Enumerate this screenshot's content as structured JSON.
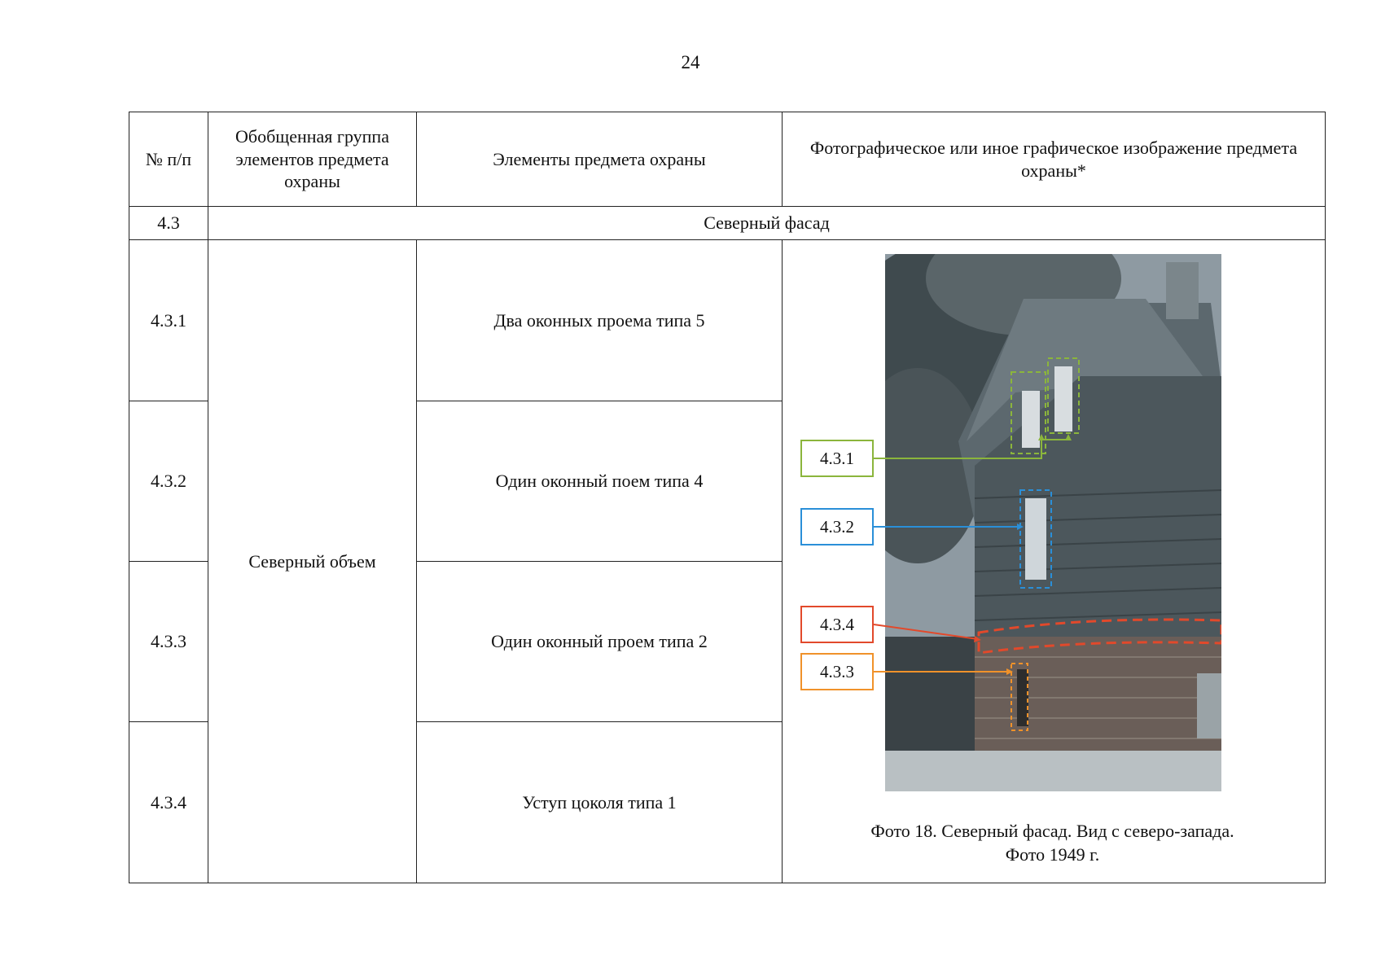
{
  "page_number": "24",
  "table": {
    "headers": {
      "num": "№ п/п",
      "group": "Обобщенная группа элементов предмета охраны",
      "elements": "Элементы предмета охраны",
      "image": "Фотографическое или иное графическое изображение предмета охраны*"
    },
    "section": {
      "num": "4.3",
      "title": "Северный фасад"
    },
    "group_name": "Северный объем",
    "rows": [
      {
        "num": "4.3.1",
        "element": "Два оконных проема типа 5"
      },
      {
        "num": "4.3.2",
        "element": "Один оконный поем типа 4"
      },
      {
        "num": "4.3.3",
        "element": "Один оконный проем типа 2"
      },
      {
        "num": "4.3.4",
        "element": "Уступ цоколя типа 1"
      }
    ]
  },
  "figure": {
    "callouts": [
      {
        "label": "4.3.1",
        "color": "#8bb53c"
      },
      {
        "label": "4.3.2",
        "color": "#2a8fd8"
      },
      {
        "label": "4.3.4",
        "color": "#e2492b"
      },
      {
        "label": "4.3.3",
        "color": "#f0922a"
      }
    ],
    "caption_line1": "Фото 18. Северный фасад. Вид с северо-запада.",
    "caption_line2": "Фото 1949 г."
  }
}
